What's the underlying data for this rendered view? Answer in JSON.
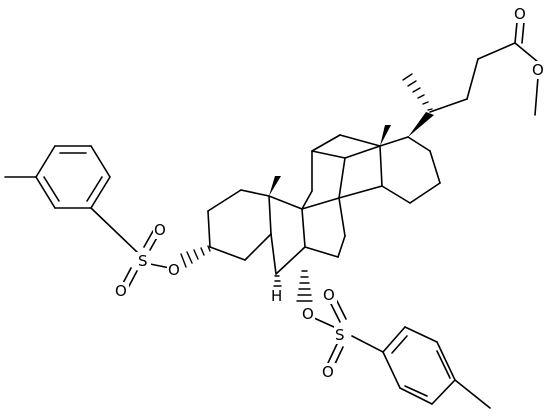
{
  "molecule": {
    "atoms": {
      "O_ots1": "O",
      "S_1": "S",
      "O_s1_upper": "O",
      "O_s1_lower": "O",
      "O_ots2": "O",
      "S_2": "S",
      "O_s2_upper": "O",
      "O_s2_lower": "O",
      "H_5": "H",
      "O_ester_carbonyl": "O",
      "O_ester_methoxy": "O"
    },
    "colors": {
      "ink": "#000000",
      "background": "#ffffff"
    }
  }
}
